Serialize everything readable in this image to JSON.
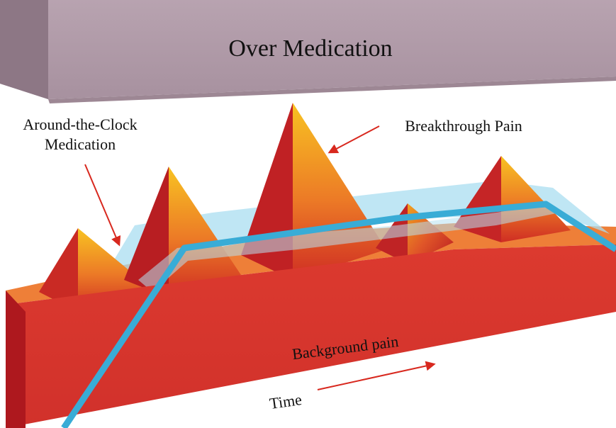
{
  "labels": {
    "over_medication": "Over Medication",
    "around_clock_line1": "Around-the-Clock",
    "around_clock_line2": "Medication",
    "breakthrough_pain": "Breakthrough Pain",
    "background_pain": "Background pain",
    "time": "Time"
  },
  "colors": {
    "over_medication_band": "#b09aa8",
    "background_block_front": "#d9362f",
    "background_block_top": "#ee7f38",
    "peak_light": "#f7b21c",
    "peak_dark": "#c41e1e",
    "medication_line": "#39acd6",
    "medication_band": "#a9def0",
    "arrow": "#d8281e"
  }
}
